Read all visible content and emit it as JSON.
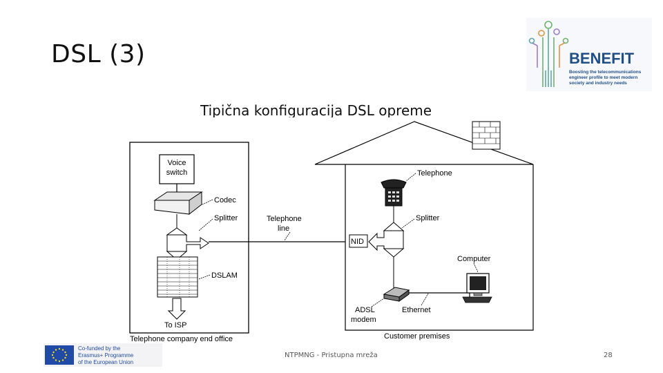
{
  "slide": {
    "title": "DSL (3)",
    "subtitle": "Tipična konfiguracija DSL opreme",
    "footer": "NTPMNG - Pristupna mreža",
    "page_number": "28"
  },
  "logo": {
    "name": "BENEFIT",
    "tagline": [
      "Boosting the telecommunications",
      "engineer profile to meet modern",
      "society and industry needs"
    ],
    "colors": {
      "brand": "#1f4f8a",
      "accent_orange": "#e8913a",
      "accent_green": "#6bb36b",
      "accent_teal": "#5aa7a3"
    }
  },
  "eu_badge": {
    "lines": [
      "Co-funded by the",
      "Erasmus+ Programme",
      "of the European Union"
    ],
    "flag_color": "#1f4aa8",
    "star_color": "#ffdd00"
  },
  "diagram": {
    "office": {
      "voice_switch": [
        "Voice",
        "switch"
      ],
      "codec": "Codec",
      "splitter": "Splitter",
      "dslam": "DSLAM",
      "to_isp": "To ISP",
      "caption": "Telephone company end office"
    },
    "line": [
      "Telephone",
      "line"
    ],
    "home": {
      "telephone": "Telephone",
      "splitter": "Splitter",
      "nid": "NID",
      "computer": "Computer",
      "adsl_modem": [
        "ADSL",
        "modem"
      ],
      "ethernet": "Ethernet",
      "caption": "Customer premises"
    }
  }
}
